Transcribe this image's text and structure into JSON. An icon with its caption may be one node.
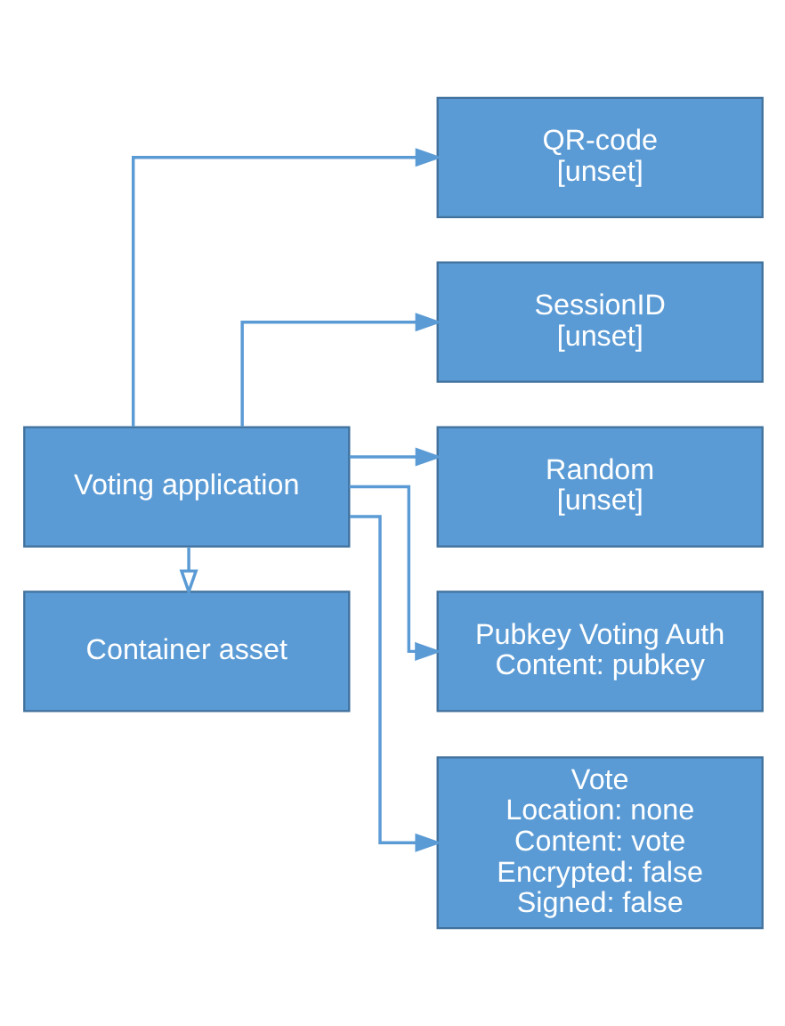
{
  "diagram": {
    "nodes": [
      {
        "text": [
          "Container asset"
        ]
      },
      {
        "text": [
          "Voting application"
        ]
      },
      {
        "text": [
          "QR-code [unset]"
        ]
      },
      {
        "text": [
          "SessionID [unset]"
        ]
      },
      {
        "text": [
          "Random [unset]"
        ]
      },
      {
        "text": [
          "Pubkey Voting Auth Content: pubkey"
        ]
      },
      {
        "text": [
          "Vote Location: none Content: vote Encrypted: false Signed: false"
        ]
      }
    ],
    "edges": [
      {
        "from": 1,
        "to": 0,
        "arrow": "to"
      },
      {
        "from": 1,
        "to": 2,
        "arrow": "to"
      },
      {
        "from": 1,
        "to": 3,
        "arrow": "to"
      },
      {
        "from": 1,
        "to": 4,
        "arrow": "to"
      },
      {
        "from": 1,
        "to": 5,
        "arrow": "to"
      },
      {
        "from": 1,
        "to": 6,
        "arrow": "to"
      }
    ]
  }
}
